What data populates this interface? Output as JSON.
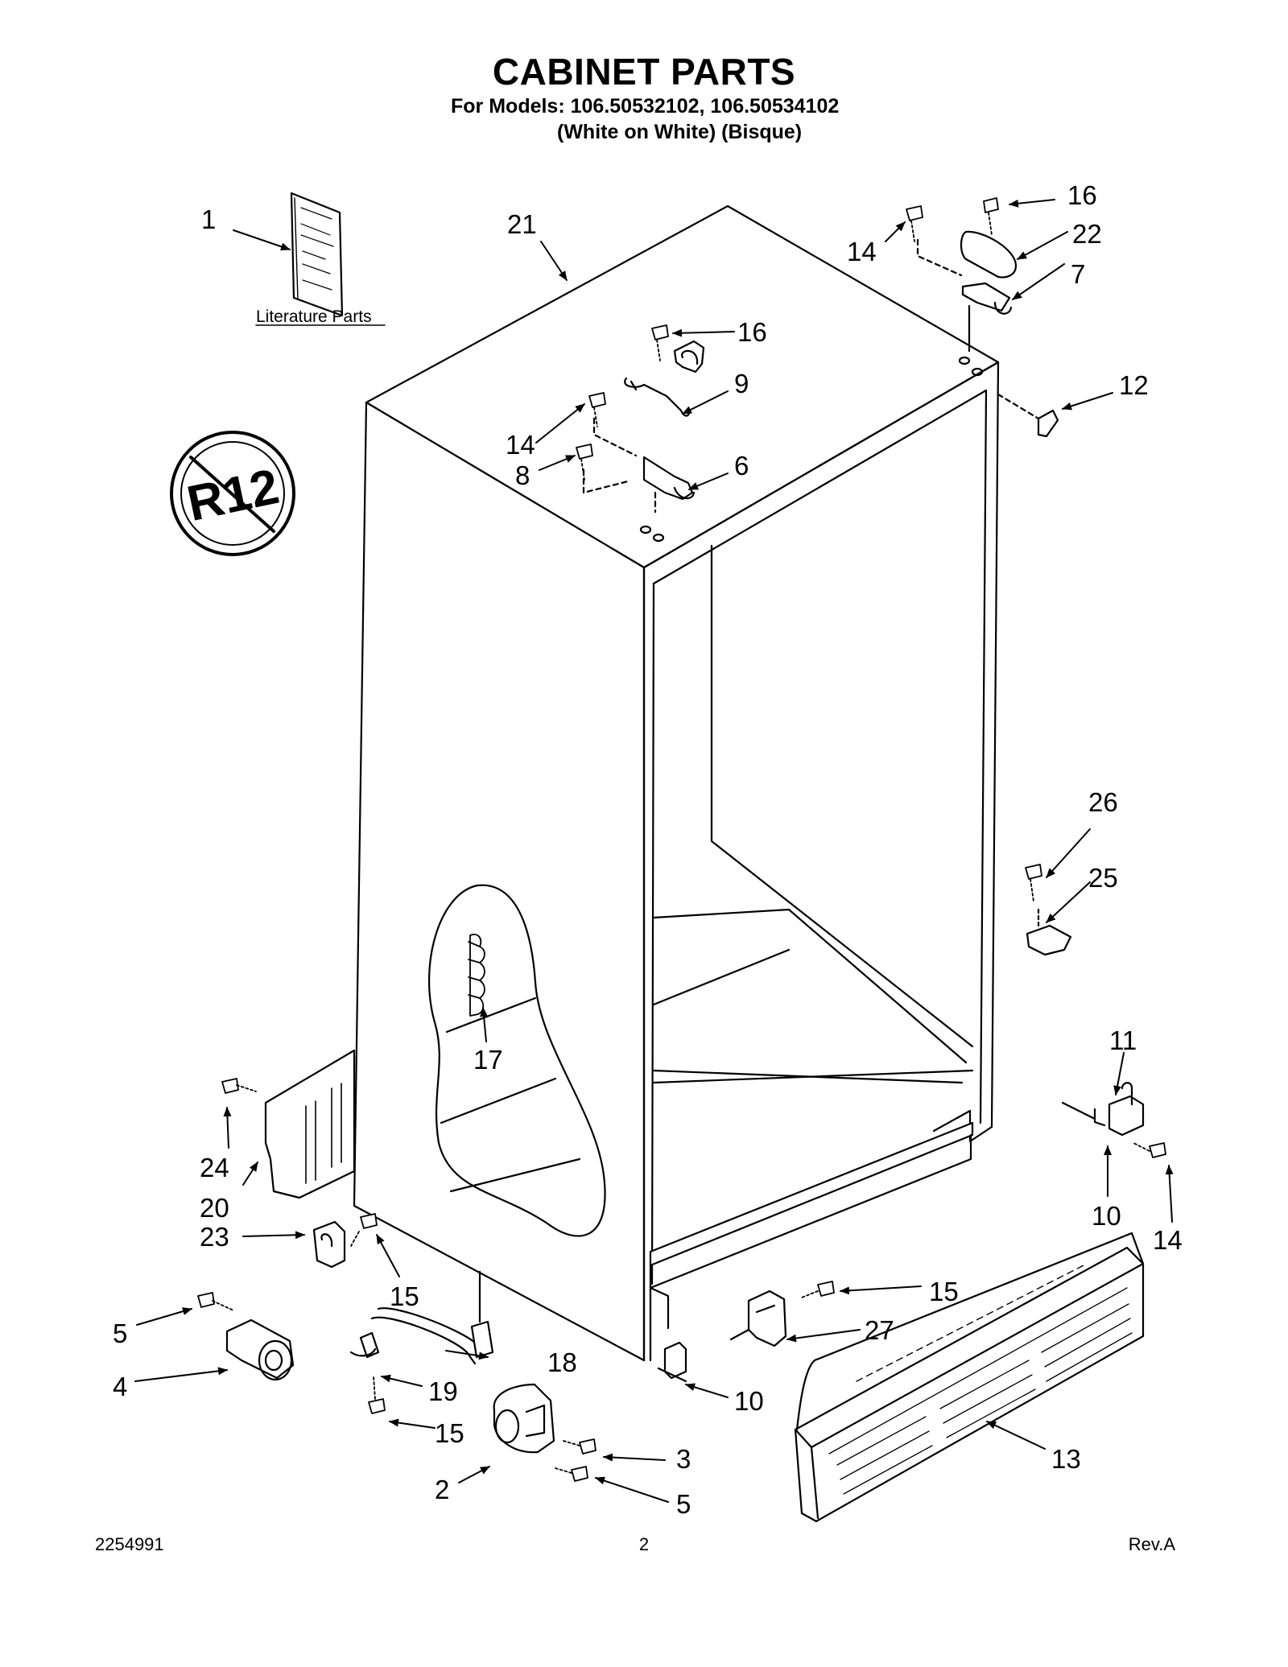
{
  "header": {
    "title": "CABINET PARTS",
    "models_line": "For Models: 106.50532102, 106.50534102",
    "variants_line": "(White on White)   (Bisque)"
  },
  "literature": {
    "label": "Literature Parts"
  },
  "badge": {
    "text": "R12"
  },
  "callouts": [
    {
      "id": "c1",
      "label": "1"
    },
    {
      "id": "c21",
      "label": "21"
    },
    {
      "id": "c16a",
      "label": "16"
    },
    {
      "id": "c14a",
      "label": "14"
    },
    {
      "id": "c22",
      "label": "22"
    },
    {
      "id": "c7",
      "label": "7"
    },
    {
      "id": "c12",
      "label": "12"
    },
    {
      "id": "c16b",
      "label": "16"
    },
    {
      "id": "c9",
      "label": "9"
    },
    {
      "id": "c14b",
      "label": "14"
    },
    {
      "id": "c8",
      "label": "8"
    },
    {
      "id": "c6",
      "label": "6"
    },
    {
      "id": "c26",
      "label": "26"
    },
    {
      "id": "c25",
      "label": "25"
    },
    {
      "id": "c17",
      "label": "17"
    },
    {
      "id": "c11",
      "label": "11"
    },
    {
      "id": "c24",
      "label": "24"
    },
    {
      "id": "c20",
      "label": "20"
    },
    {
      "id": "c10a",
      "label": "10"
    },
    {
      "id": "c14c",
      "label": "14"
    },
    {
      "id": "c23",
      "label": "23"
    },
    {
      "id": "c15a",
      "label": "15"
    },
    {
      "id": "c15b",
      "label": "15"
    },
    {
      "id": "c27",
      "label": "27"
    },
    {
      "id": "c5a",
      "label": "5"
    },
    {
      "id": "c18",
      "label": "18"
    },
    {
      "id": "c4",
      "label": "4"
    },
    {
      "id": "c19",
      "label": "19"
    },
    {
      "id": "c10b",
      "label": "10"
    },
    {
      "id": "c15c",
      "label": "15"
    },
    {
      "id": "c3",
      "label": "3"
    },
    {
      "id": "c13",
      "label": "13"
    },
    {
      "id": "c2",
      "label": "2"
    },
    {
      "id": "c5b",
      "label": "5"
    }
  ],
  "footer": {
    "doc_number": "2254991",
    "page": "2",
    "revision": "Rev.A"
  },
  "colors": {
    "ink": "#000000",
    "part_fill": "#ffffff",
    "shade": "#d8d8d8"
  }
}
